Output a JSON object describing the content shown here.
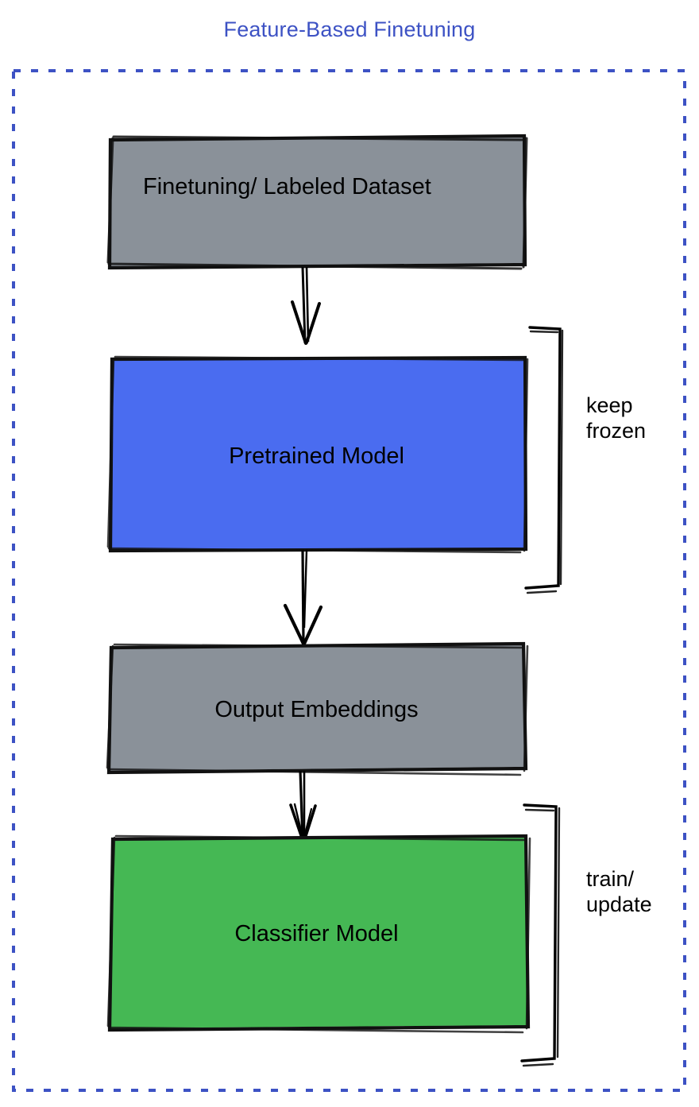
{
  "title": "Feature-Based Finetuning",
  "theme": {
    "title_color": "#3d52c4",
    "dashed_border_color": "#3d52c4",
    "gray_fill": "#8a9199",
    "blue_fill": "#4a6cf0",
    "green_fill": "#45b854",
    "stroke_color": "#000000",
    "background": "#ffffff"
  },
  "nodes": [
    {
      "id": "dataset",
      "label": "Finetuning/ Labeled Dataset",
      "fill": "#8a9199",
      "kind": "data"
    },
    {
      "id": "pretrained",
      "label": "Pretrained Model",
      "fill": "#4a6cf0",
      "kind": "model"
    },
    {
      "id": "embeddings",
      "label": "Output Embeddings",
      "fill": "#8a9199",
      "kind": "data"
    },
    {
      "id": "classifier",
      "label": "Classifier Model",
      "fill": "#45b854",
      "kind": "model"
    }
  ],
  "annotations": [
    {
      "id": "keep-frozen",
      "text": "keep\nfrozen",
      "targets": "pretrained"
    },
    {
      "id": "train-update",
      "text": "train/\nupdate",
      "targets": "classifier"
    }
  ],
  "edges": [
    {
      "from": "dataset",
      "to": "pretrained"
    },
    {
      "from": "pretrained",
      "to": "embeddings"
    },
    {
      "from": "embeddings",
      "to": "classifier"
    }
  ]
}
